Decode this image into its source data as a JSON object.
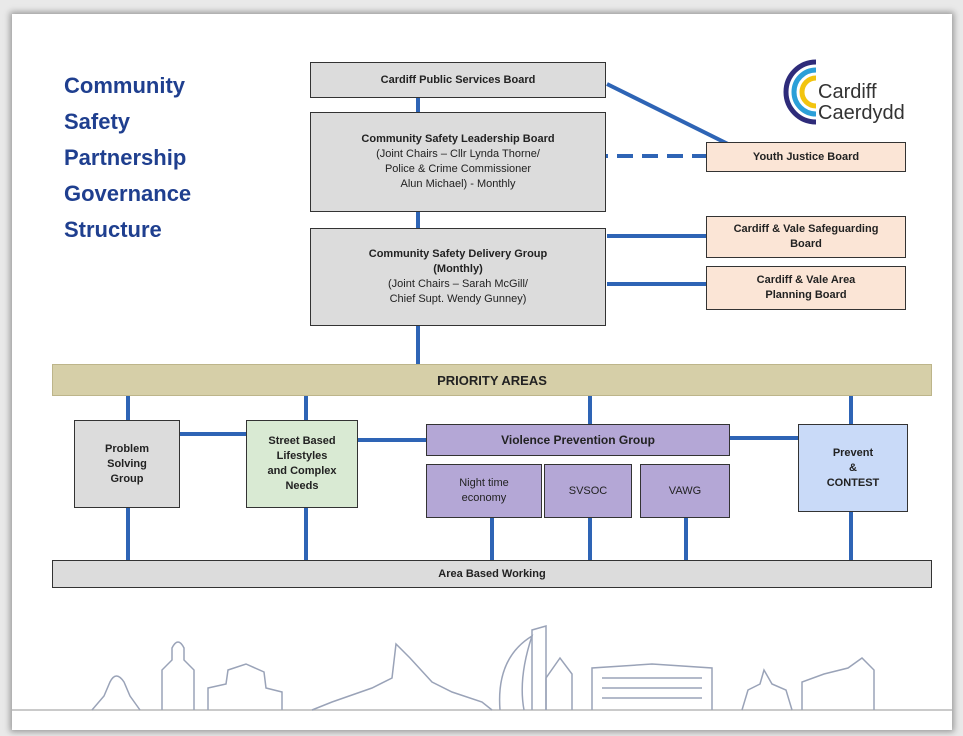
{
  "title_lines": [
    "Community",
    "Safety",
    "Partnership",
    "Governance",
    "Structure"
  ],
  "logo": {
    "line1": "Cardiff",
    "line2": "Caerdydd"
  },
  "boards": {
    "psb": "Cardiff Public Services Board",
    "leadership_title": "Community Safety Leadership Board",
    "leadership_sub": [
      "(Joint Chairs – Cllr Lynda Thorne/",
      "Police & Crime Commissioner",
      "Alun Michael) - Monthly"
    ],
    "delivery_title": [
      "Community Safety Delivery Group",
      "(Monthly)"
    ],
    "delivery_sub": [
      "(Joint Chairs – Sarah McGill/",
      "Chief Supt. Wendy Gunney)"
    ],
    "youth_justice": "Youth Justice Board",
    "safeguarding": [
      "Cardiff & Vale Safeguarding",
      "Board"
    ],
    "apb": [
      "Cardiff & Vale Area",
      "Planning Board"
    ]
  },
  "priority_areas": "PRIORITY AREAS",
  "groups": {
    "problem_solving": [
      "Problem",
      "Solving",
      "Group"
    ],
    "street_based": [
      "Street Based",
      "Lifestyles",
      "and Complex",
      "Needs"
    ],
    "violence_prevention": "Violence Prevention Group",
    "night_time": [
      "Night time",
      "economy"
    ],
    "svsoc": "SVSOC",
    "vawg": "VAWG",
    "prevent": [
      "Prevent",
      "&",
      "CONTEST"
    ]
  },
  "area_based": "Area Based Working",
  "colors": {
    "line": "#2e64b5",
    "title": "#1f3f8f",
    "grey_box": "#dcdcdc",
    "peach_box": "#fbe5d6",
    "lavender_box": "#b4a7d6",
    "green_box": "#d9ead3",
    "blue_box": "#c9daf8",
    "priority_bar": "#d6cfa8"
  }
}
